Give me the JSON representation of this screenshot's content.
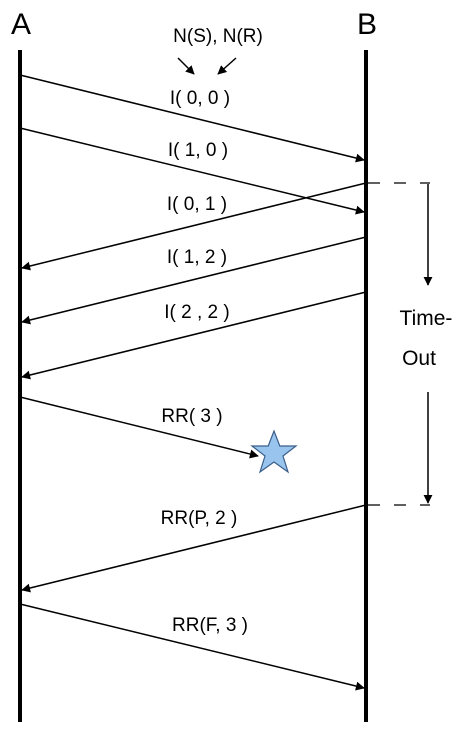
{
  "nodes": {
    "a": "A",
    "b": "B"
  },
  "header": "N(S), N(R)",
  "messages": [
    {
      "label": "I( 0, 0 )",
      "direction": "A→B"
    },
    {
      "label": "I( 1, 0 )",
      "direction": "A→B"
    },
    {
      "label": "I( 0, 1 )",
      "direction": "B→A"
    },
    {
      "label": "I( 1, 2 )",
      "direction": "B→A"
    },
    {
      "label": "I( 2 , 2 )",
      "direction": "B→A"
    },
    {
      "label": "RR( 3 )",
      "direction": "A→B",
      "lost": true
    },
    {
      "label": "RR(P,  2 )",
      "direction": "B→A"
    },
    {
      "label": "RR(F, 3 )",
      "direction": "A→B"
    }
  ],
  "timeout": {
    "line1": "Time-",
    "line2": "Out"
  },
  "colors": {
    "line": "#000000",
    "star_fill": "#99c4ee",
    "star_stroke": "#3a5f8a"
  },
  "icons": {
    "lost_marker": "star-icon"
  }
}
